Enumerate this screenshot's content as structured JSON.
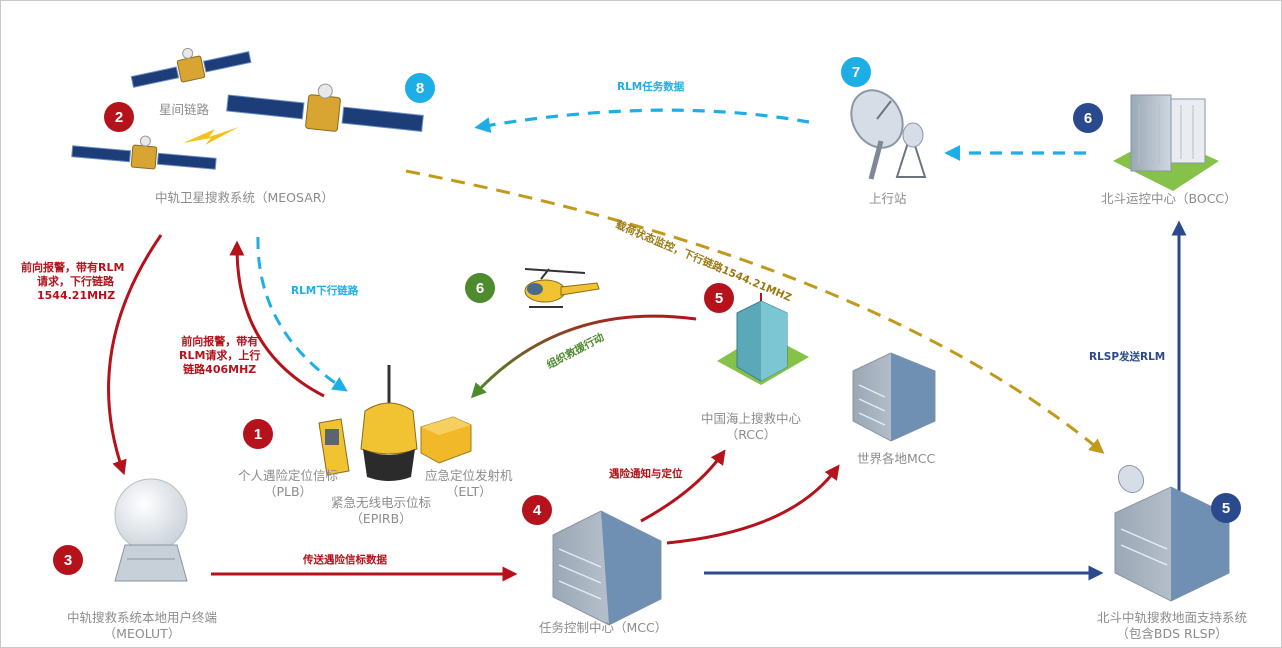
{
  "colors": {
    "red": "#b5121b",
    "cyan": "#1eaee6",
    "navy": "#2b4a8e",
    "gold": "#c29a1a",
    "green": "#4e8a2e",
    "label_gray": "#8c8c8c"
  },
  "badges": {
    "b2": "2",
    "b8": "8",
    "b7": "7",
    "b6_bocc": "6",
    "b6_rescue": "6",
    "b5_rcc": "5",
    "b1": "1",
    "b3": "3",
    "b4": "4",
    "b5_rlsp": "5"
  },
  "nodes": {
    "meosar": {
      "name": "中轨卫星搜救系统（MEOSAR）",
      "link": "星间链路",
      "icon": "satellite-icon"
    },
    "uplink": {
      "name": "上行站",
      "icon": "ground-antenna-icon"
    },
    "bocc": {
      "name": "北斗运控中心（BOCC）",
      "icon": "building-icon"
    },
    "rcc": {
      "line1": "中国海上搜救中心",
      "line2": "（RCC）",
      "icon": "building-icon"
    },
    "world_mcc": {
      "name": "世界各地MCC",
      "icon": "building-icon"
    },
    "plb": {
      "line1": "个人遇险定位信标",
      "line2": "（PLB）",
      "icon": "beacon-icon"
    },
    "epirb": {
      "line1": "紧急无线电示位标",
      "line2": "（EPIRB）",
      "icon": "beacon-icon"
    },
    "elt": {
      "line1": "应急定位发射机",
      "line2": "（ELT）",
      "icon": "transmitter-box-icon"
    },
    "meolut": {
      "line1": "中轨搜救系统本地用户终端",
      "line2": "（MEOLUT）",
      "icon": "radome-icon"
    },
    "mcc": {
      "name": "任务控制中心（MCC）",
      "icon": "building-icon"
    },
    "rlsp": {
      "line1": "北斗中轨搜救地面支持系统",
      "line2": "（包含BDS RLSP）",
      "icon": "building-icon"
    },
    "helicopter": {
      "icon": "helicopter-icon"
    }
  },
  "arrows": {
    "rlm_task": "RLM任务数据",
    "payload": "载荷状态监控，下行链路1544.21MHZ",
    "rlm_down": "RLM下行链路",
    "organize": "组织救援行动",
    "distress_notify": "遇险通知与定位",
    "transfer": "传送遇险信标数据",
    "rlsp_send": "RLSP发送RLM"
  },
  "notes": {
    "forward_down": [
      "前向报警，带有RLM",
      "请求，下行链路",
      "1544.21MHZ"
    ],
    "forward_up": [
      "前向报警，带有",
      "RLM请求，上行",
      "链路406MHZ"
    ]
  }
}
